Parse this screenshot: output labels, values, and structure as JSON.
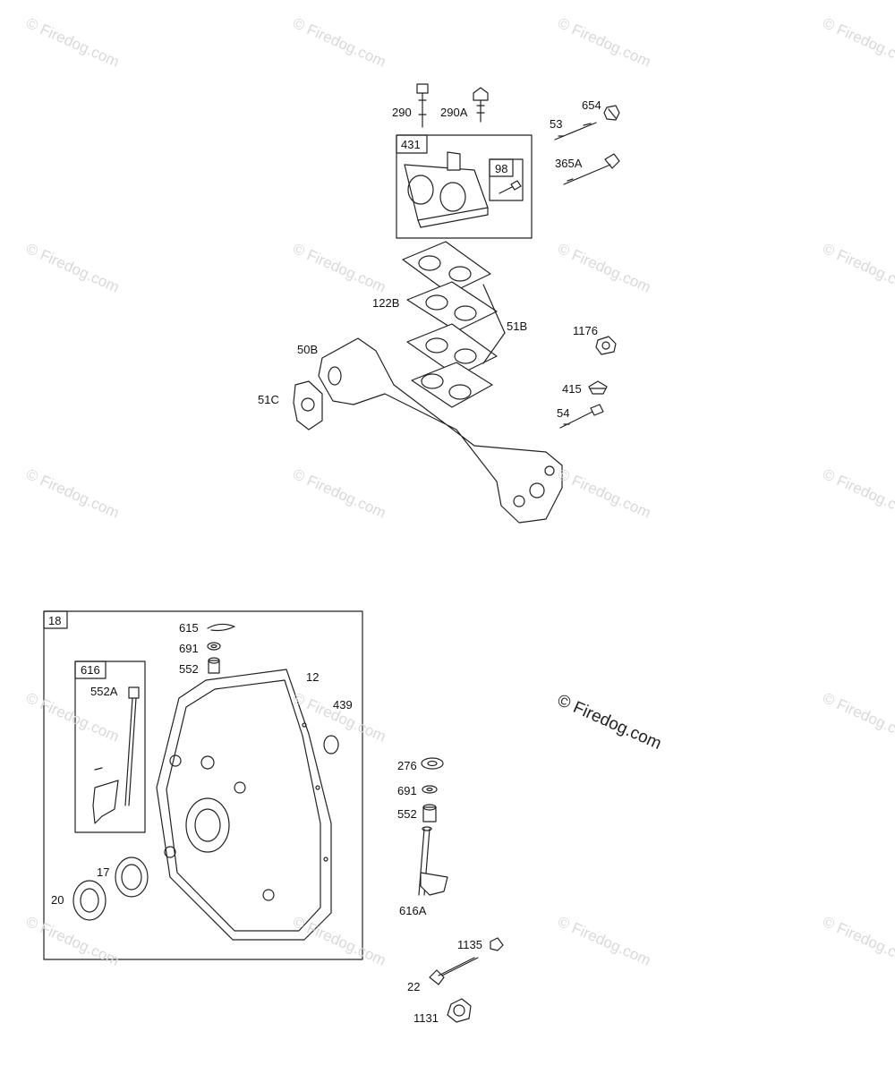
{
  "watermark": {
    "text": "© Firedog.com",
    "copyright_notice": "© Firedog.com"
  },
  "upper_assembly": {
    "labels": {
      "p290": "290",
      "p290A": "290A",
      "p654": "654",
      "p53": "53",
      "p365A": "365A",
      "p122B": "122B",
      "p51B": "51B",
      "p1176": "1176",
      "p50B": "50B",
      "p415": "415",
      "p51C": "51C",
      "p54": "54"
    },
    "box_431": {
      "label": "431",
      "inner_box_label": "98"
    }
  },
  "lower_assembly": {
    "box_18": {
      "label": "18",
      "inner_box_label": "616"
    },
    "labels": {
      "p615": "615",
      "p691a": "691",
      "p552a": "552",
      "p12": "12",
      "p552A": "552A",
      "p439": "439",
      "p17": "17",
      "p20": "20",
      "p276": "276",
      "p691b": "691",
      "p552b": "552",
      "p616A": "616A",
      "p1135": "1135",
      "p22": "22",
      "p1131": "1131"
    }
  }
}
